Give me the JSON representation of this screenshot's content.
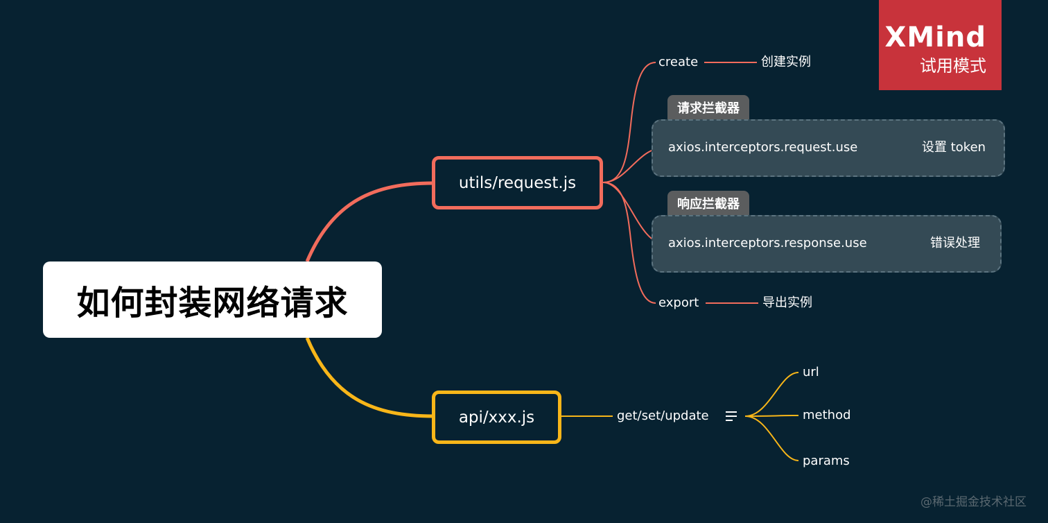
{
  "root": {
    "title": "如何封装网络请求"
  },
  "branches": {
    "utils": {
      "label": "utils/request.js",
      "color": "#f26c5c",
      "create": {
        "label": "create",
        "detail": "创建实例"
      },
      "request_interceptor": {
        "boundary_label": "请求拦截器",
        "label": "axios.interceptors.request.use",
        "detail": "设置 token"
      },
      "response_interceptor": {
        "boundary_label": "响应拦截器",
        "label": "axios.interceptors.response.use",
        "detail": "错误处理"
      },
      "export": {
        "label": "export",
        "detail": "导出实例"
      }
    },
    "api": {
      "label": "api/xxx.js",
      "color": "#f8b619",
      "method_node": {
        "label": "get/set/update",
        "icon": "notes-icon"
      },
      "params": [
        "url",
        "method",
        "params"
      ]
    }
  },
  "badge": {
    "title": "XMind",
    "subtitle": "试用模式",
    "color": "#c8333b"
  },
  "watermark": "@稀土掘金技术社区",
  "colors": {
    "background": "#072231",
    "boundary_fill": "#344a55",
    "boundary_label_fill": "#5b5d5e"
  }
}
